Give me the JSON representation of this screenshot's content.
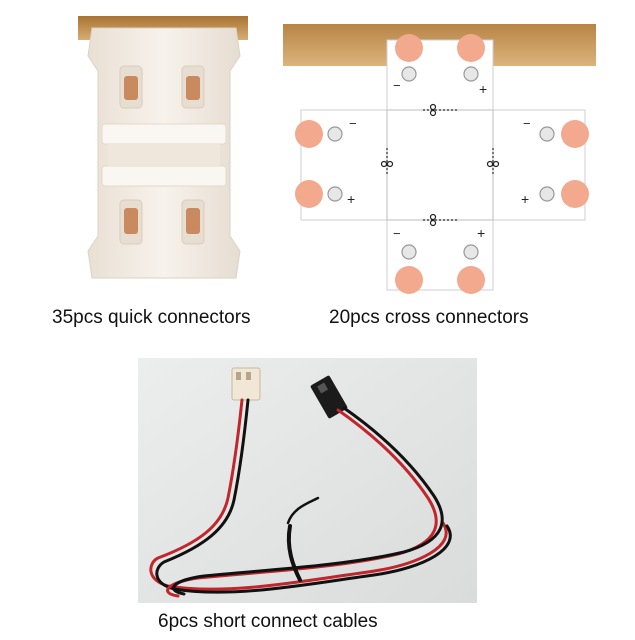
{
  "captions": {
    "quick": "35pcs quick connectors",
    "cross": "20pcs cross connectors",
    "cables": "6pcs short connect cables"
  },
  "cross_marks": {
    "minus": "−",
    "plus": "+"
  },
  "colors": {
    "wood": "#c89a5e",
    "plastic": "#f3ece3",
    "copper": "#f2a98e",
    "pcb": "#ffffff",
    "wire_red": "#c0262c",
    "wire_black": "#111111",
    "cable_bg": "#e4e6e6"
  }
}
